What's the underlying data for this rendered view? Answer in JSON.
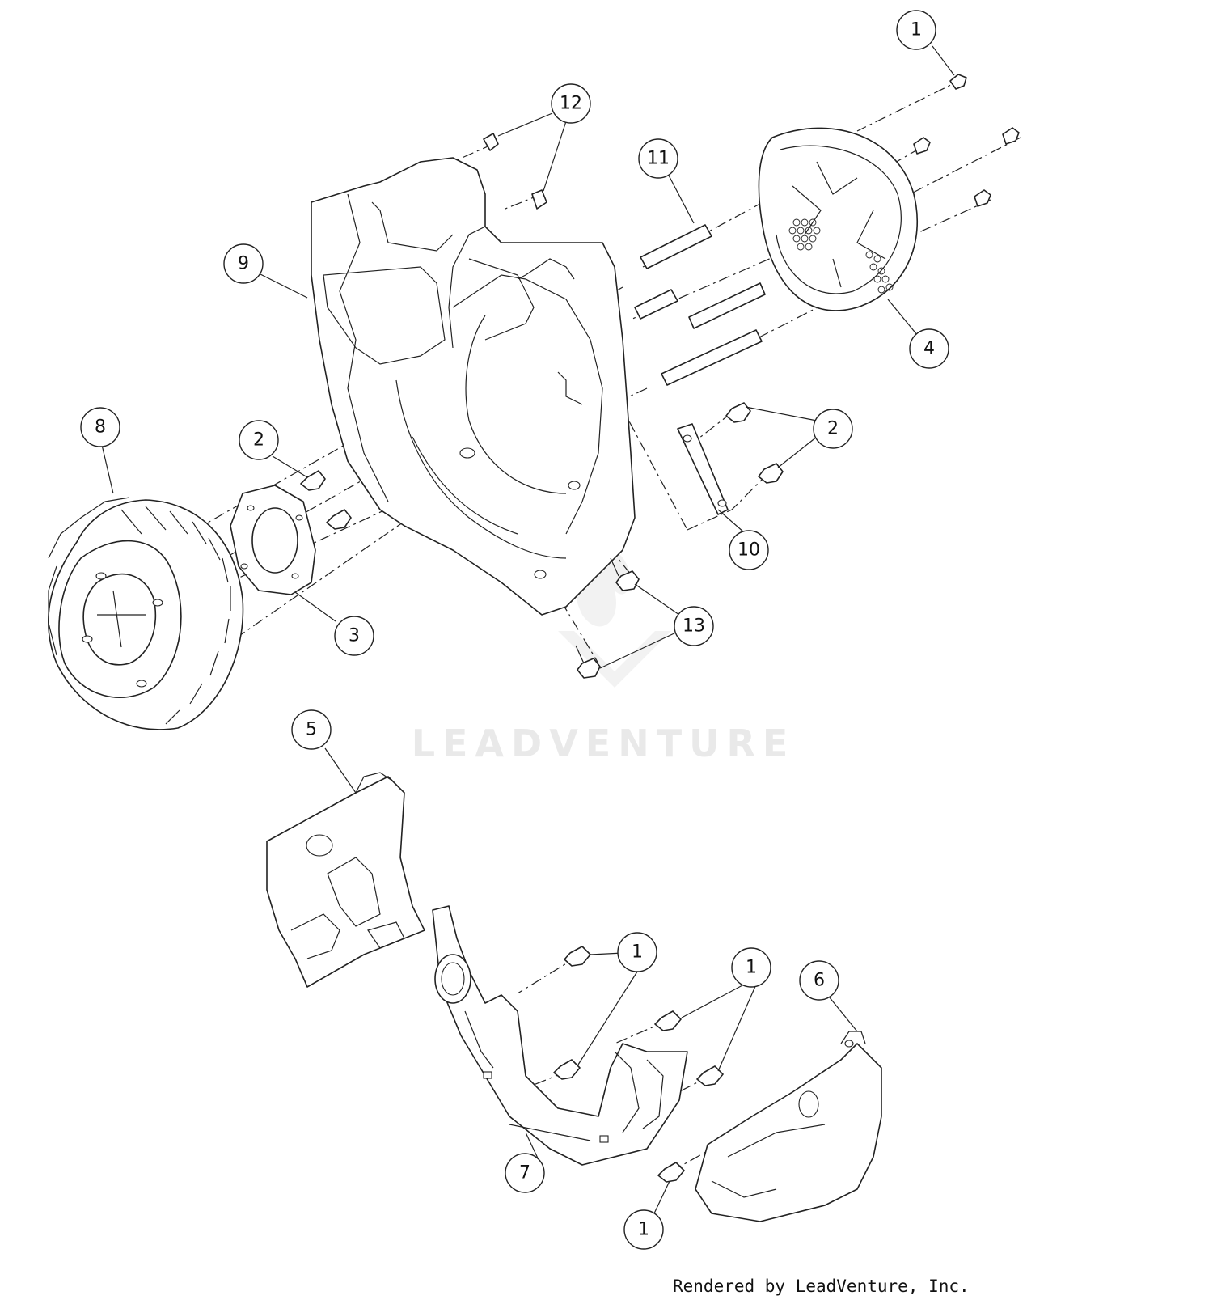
{
  "diagram": {
    "watermark": "LEADVENTURE",
    "credit": "Rendered by LeadVenture, Inc."
  },
  "callouts": [
    {
      "id": "c1a",
      "label": "1"
    },
    {
      "id": "c12",
      "label": "12"
    },
    {
      "id": "c11",
      "label": "11"
    },
    {
      "id": "c9",
      "label": "9"
    },
    {
      "id": "c4",
      "label": "4"
    },
    {
      "id": "c8",
      "label": "8"
    },
    {
      "id": "c2a",
      "label": "2"
    },
    {
      "id": "c2b",
      "label": "2"
    },
    {
      "id": "c10",
      "label": "10"
    },
    {
      "id": "c3",
      "label": "3"
    },
    {
      "id": "c13",
      "label": "13"
    },
    {
      "id": "c5",
      "label": "5"
    },
    {
      "id": "c1b",
      "label": "1"
    },
    {
      "id": "c1c",
      "label": "1"
    },
    {
      "id": "c6",
      "label": "6"
    },
    {
      "id": "c7",
      "label": "7"
    },
    {
      "id": "c1d",
      "label": "1"
    }
  ],
  "icons": {
    "watermark_logo": "leadventure-logo-icon"
  }
}
